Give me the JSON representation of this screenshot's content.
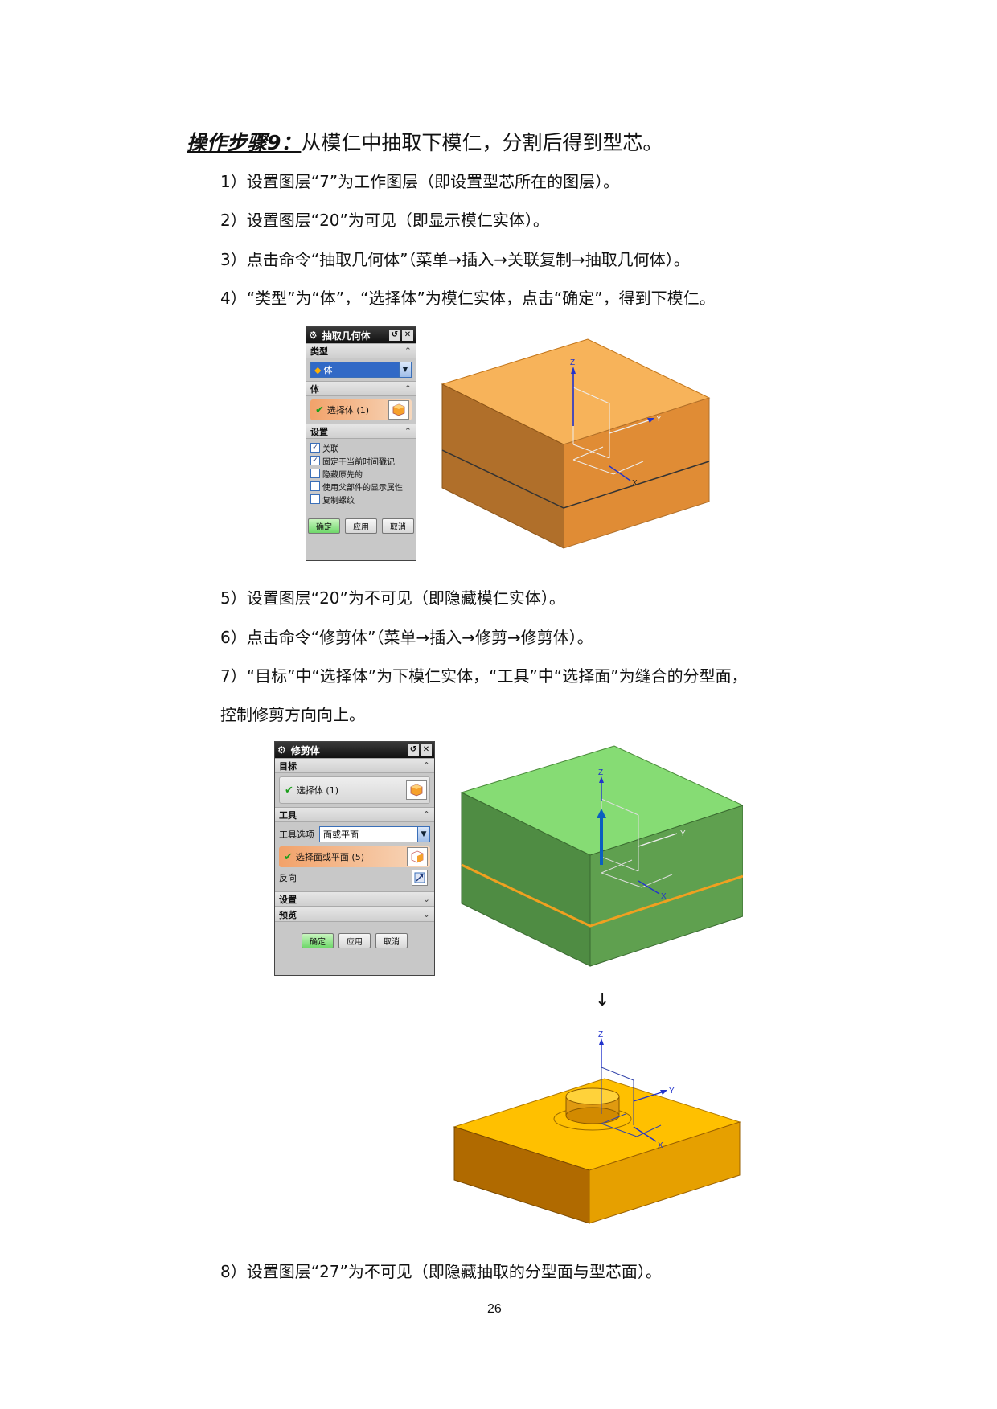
{
  "heading": {
    "lead": "操作步骤9：",
    "rest": "从模仁中抽取下模仁，分割后得到型芯。"
  },
  "steps": [
    "1）设置图层“7”为工作图层（即设置型芯所在的图层）。",
    "2）设置图层“20”为可见（即显示模仁实体）。",
    "3）点击命令“抽取几何体”（菜单→插入→关联复制→抽取几何体）。",
    "4）“类型”为“体”，“选择体”为模仁实体，点击“确定”，得到下模仁。",
    "5）设置图层“20”为不可见（即隐藏模仁实体）。",
    "6）点击命令“修剪体”（菜单→插入→修剪→修剪体）。",
    "7）“目标”中“选择体”为下模仁实体，“工具”中“选择面”为缝合的分型面，",
    "控制修剪方向向上。",
    "8）设置图层“27”为不可见（即隐藏抽取的分型面与型芯面）。"
  ],
  "dialog1": {
    "title": "抽取几何体",
    "sec_type": "类型",
    "type_value": "体",
    "sec_body": "体",
    "select_body": "选择体 (1)",
    "sec_settings": "设置",
    "options": [
      {
        "label": "关联",
        "checked": true
      },
      {
        "label": "固定于当前时间戳记",
        "checked": true
      },
      {
        "label": "隐藏原先的",
        "checked": false
      },
      {
        "label": "使用父部件的显示属性",
        "checked": false
      },
      {
        "label": "复制螺纹",
        "checked": false
      }
    ],
    "ok": "确定",
    "apply": "应用",
    "cancel": "取消"
  },
  "dialog2": {
    "title": "修剪体",
    "sec_target": "目标",
    "select_body": "选择体 (1)",
    "sec_tool": "工具",
    "tool_option_label": "工具选项",
    "tool_option_value": "面或平面",
    "select_face": "选择面或平面 (5)",
    "reverse": "反向",
    "sec_settings": "设置",
    "sec_preview": "预览",
    "ok": "确定",
    "apply": "应用",
    "cancel": "取消"
  },
  "axes": {
    "x": "X",
    "y": "Y",
    "z": "Z"
  },
  "arrow": "↓",
  "page_number": "26",
  "colors": {
    "orange": "#e8923b",
    "green": "#5fa85a",
    "core": "#f2b300"
  }
}
